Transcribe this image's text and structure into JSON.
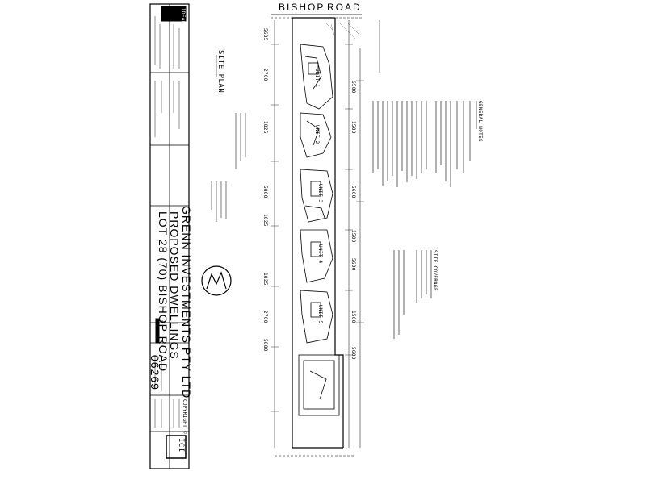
{
  "road": {
    "label_left": "BISHOP",
    "label_right": "ROAD"
  },
  "title_block": {
    "company": "GRENN INVESTMENTS PTY LTD",
    "project": "PROPOSED DWELLINGS",
    "address": "LOT 28 (70) BISHOP ROAD",
    "sheet_title": "SITE PLAN",
    "job_number": "06269",
    "sheet_label": "SITE PLAN",
    "copyright": "COPYRIGHT ©",
    "logo_text": "ICI",
    "firm_text": "IDEAL"
  },
  "site": {
    "label": "SITE PLAN",
    "lot_note": "LOT 28",
    "dwelling_labels": [
      "UNIT 1",
      "UNIT 2",
      "UNIT 3",
      "UNIT 4",
      "UNIT 5"
    ],
    "setbacks_left": [
      "5685",
      "2700",
      "1825",
      "5880",
      "1825",
      "1825",
      "2700",
      "5880"
    ],
    "setbacks_right": [
      "6500",
      "1500",
      "5600",
      "1500",
      "5600",
      "1500",
      "5600"
    ]
  },
  "notes": {
    "general_heading": "GENERAL NOTES",
    "areas_heading": "SITE COVERAGE"
  },
  "north_arrow": "north-arrow"
}
